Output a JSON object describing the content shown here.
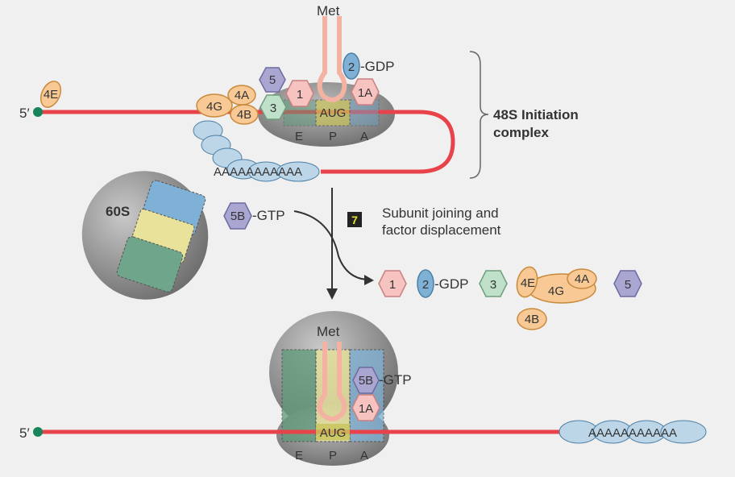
{
  "five_prime": "5′",
  "met": "Met",
  "codon": "AUG",
  "sites": {
    "e": "E",
    "p": "P",
    "a": "A"
  },
  "factors": {
    "f1": "1",
    "f1a": "1A",
    "f2": "2",
    "f3": "3",
    "f5": "5",
    "f5b": "5B",
    "f4a": "4A",
    "f4b": "4B",
    "f4e": "4E",
    "f4g": "4G"
  },
  "gdp": "GDP",
  "gtp": "GTP",
  "polya_top": "AAAAAAAAAAA",
  "polya_bottom": "AAAAAAAAAAA",
  "complex_label_line1": "48S Initiation",
  "complex_label_line2": "complex",
  "subunit_60s": "60S",
  "step_number": "7",
  "step_label_line1": "Subunit joining and",
  "step_label_line2": "factor displacement",
  "colors": {
    "mrna": "#e8424a",
    "cap": "#17845a",
    "hexagon_pink": "#f7c3c0",
    "hexagon_purple": "#a9a7d2",
    "hexagon_green": "#bfe0c9",
    "oval_blue": "#7fb1d6",
    "oval_orange": "#f8c995",
    "trna": "#f4b2a2",
    "subunit_gray": "#9a9a9a"
  }
}
